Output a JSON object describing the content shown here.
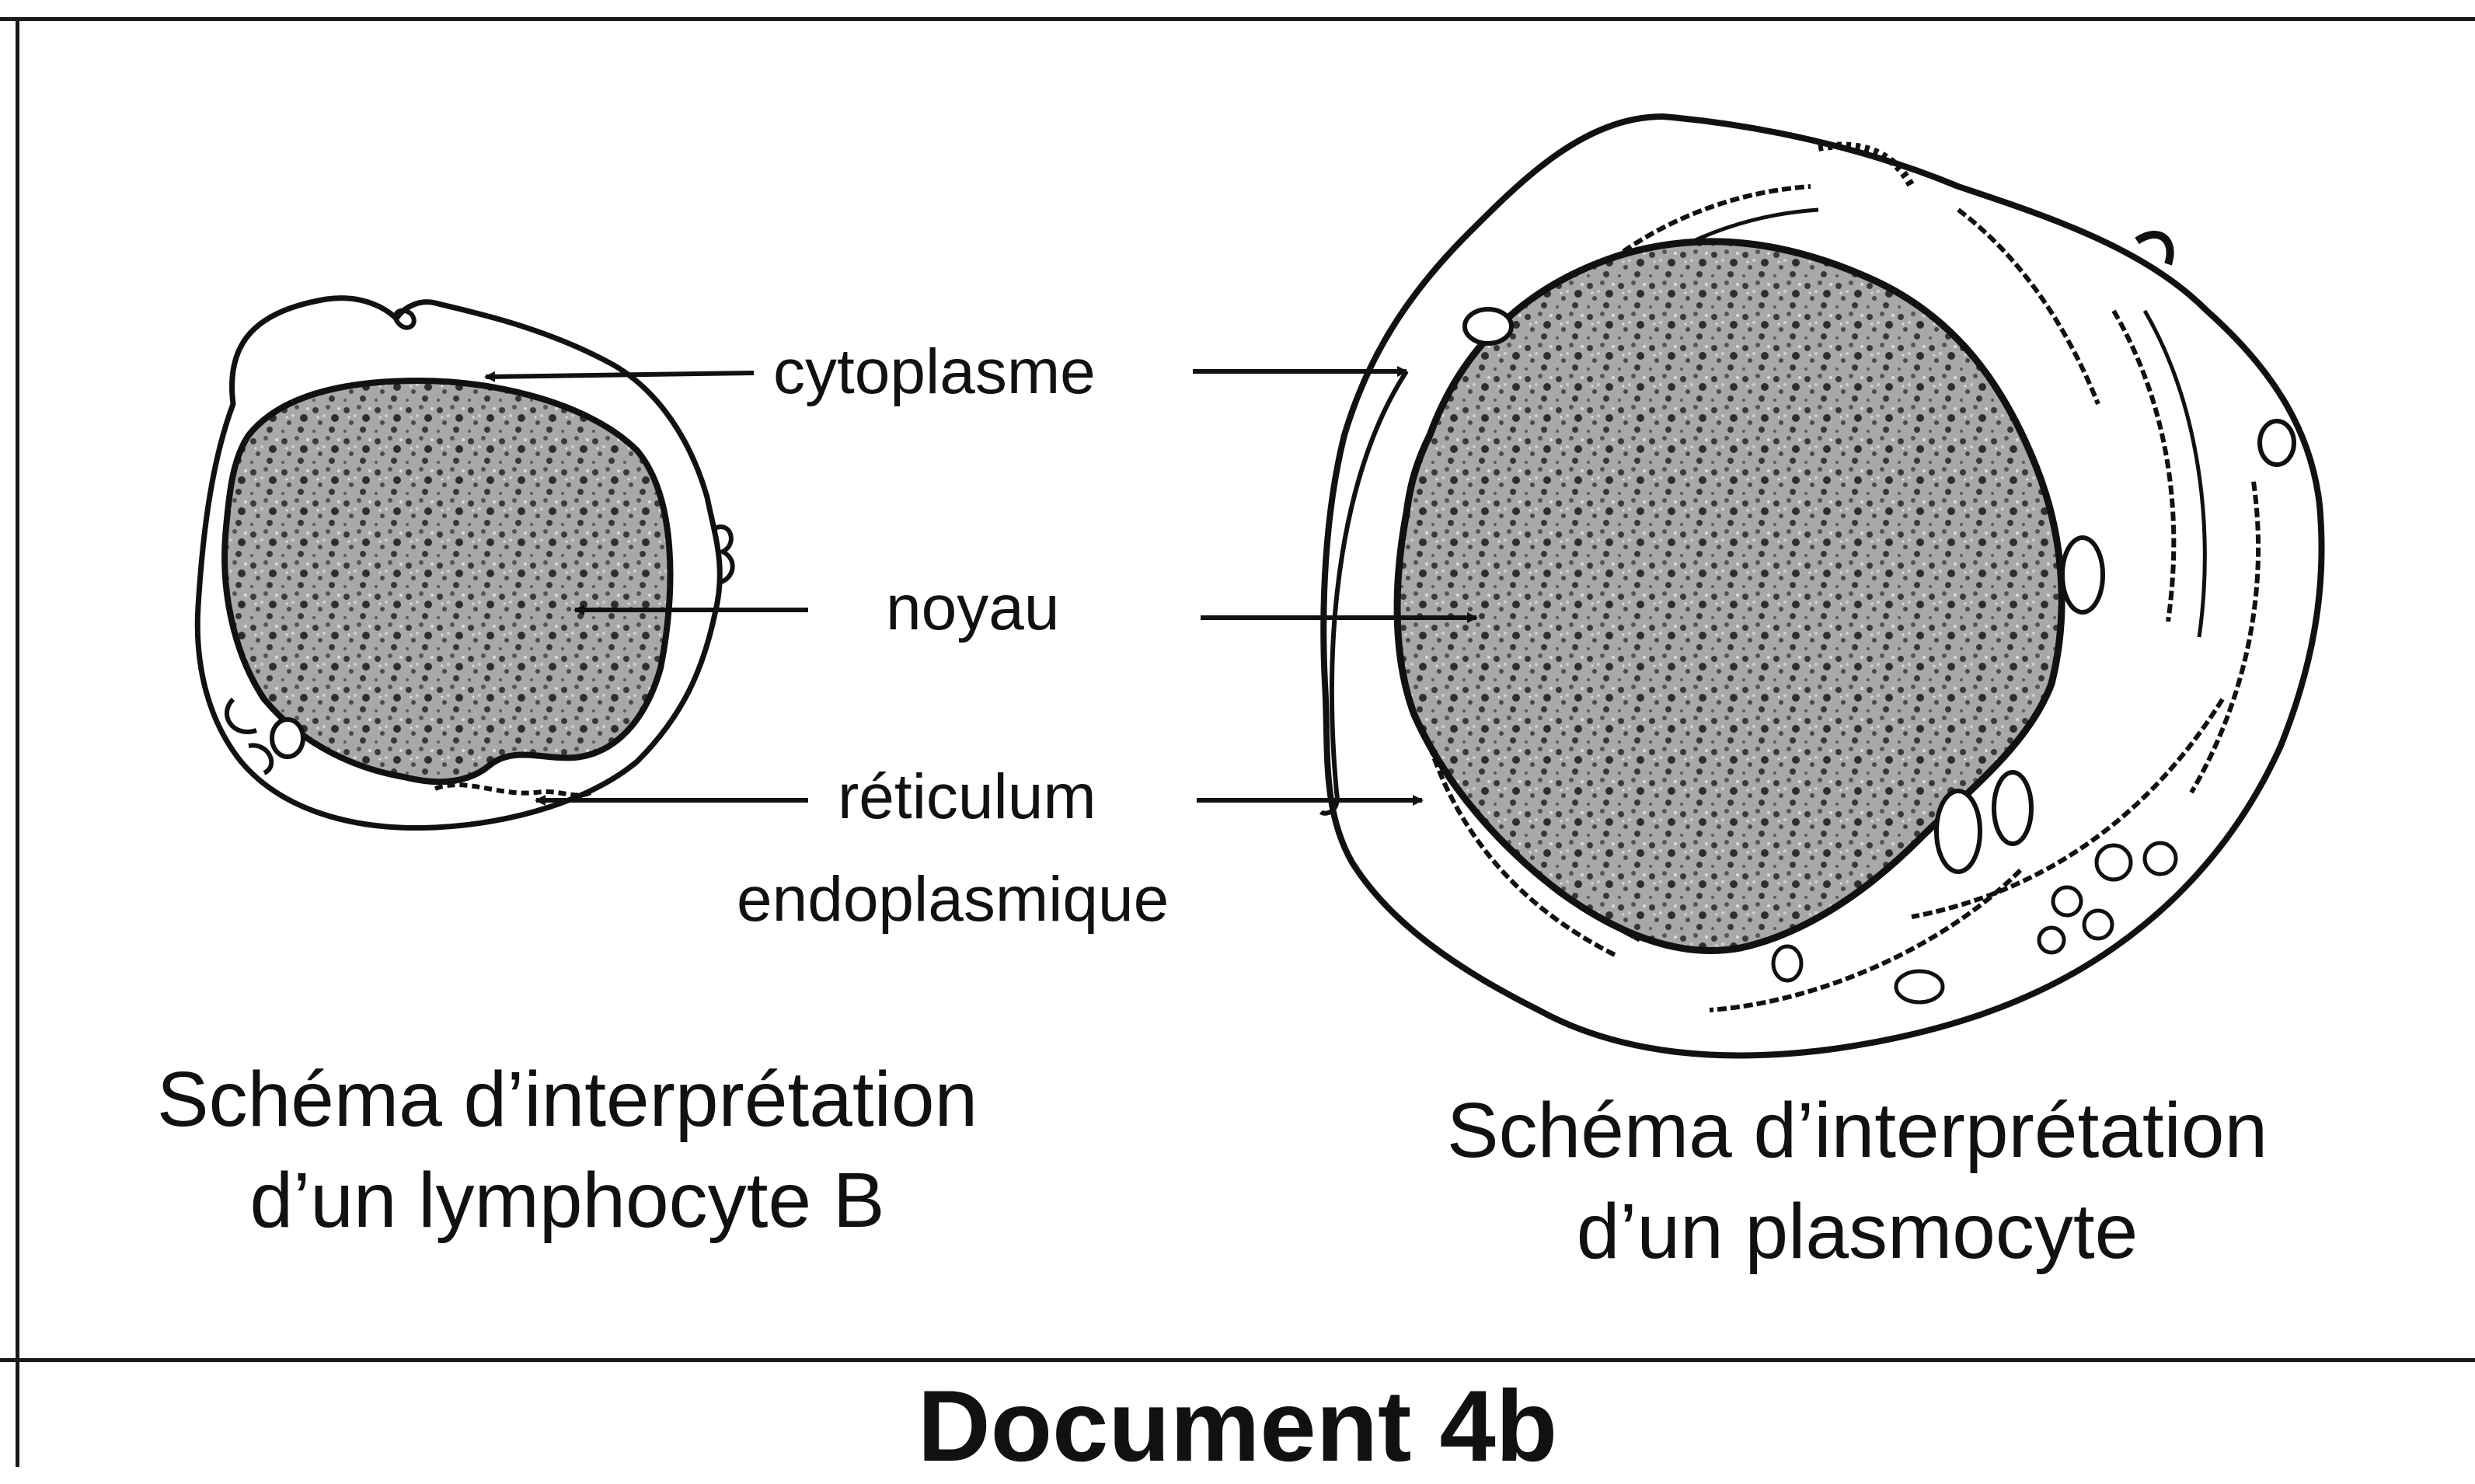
{
  "labels": {
    "cytoplasme": "cytoplasme",
    "noyau": "noyau",
    "reticulum_line1": "réticulum",
    "reticulum_line2": "endoplasmique"
  },
  "captions": {
    "lymphocyte_line1": "Schéma d’interprétation",
    "lymphocyte_line2": "d’un lymphocyte B",
    "plasmocyte_line1": "Schéma d’interprétation",
    "plasmocyte_line2": "d’un plasmocyte"
  },
  "document_title": "Document 4b",
  "colors": {
    "ink": "#111111",
    "nucleus_fill": "#9a9a9a",
    "paper": "#ffffff"
  }
}
